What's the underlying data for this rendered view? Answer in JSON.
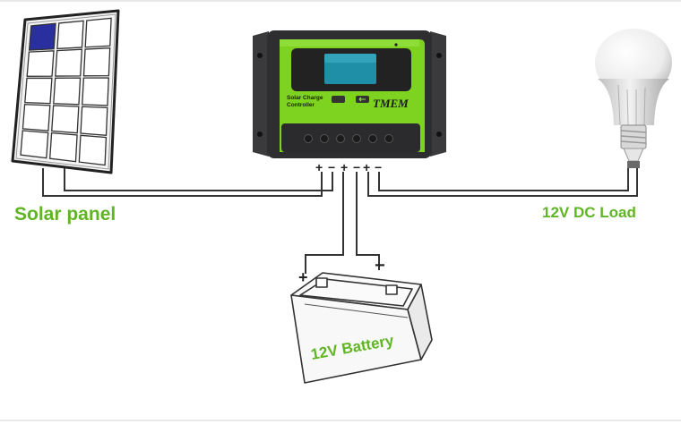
{
  "labels": {
    "solar_panel": "Solar panel",
    "load": "12V DC Load",
    "battery": "12V Battery",
    "controller_title_line1": "Solar Charge",
    "controller_title_line2": "Controller",
    "brand": "TMEM"
  },
  "terminals": [
    "+",
    "−",
    "+",
    "−",
    "+",
    "−"
  ],
  "battery_terminals": {
    "positive": "+",
    "negative": "−"
  },
  "colors": {
    "accent_green": "#5fb523",
    "controller_green": "#7ed321",
    "controller_dark": "#2e2e30",
    "lcd": "#1f8fa8",
    "solar_cell_highlight": "#2a2fa0",
    "wire": "#333333",
    "frame_line": "#cccccc"
  },
  "icons": [
    "solar-panel-icon",
    "charge-controller-icon",
    "light-bulb-icon",
    "battery-icon"
  ]
}
